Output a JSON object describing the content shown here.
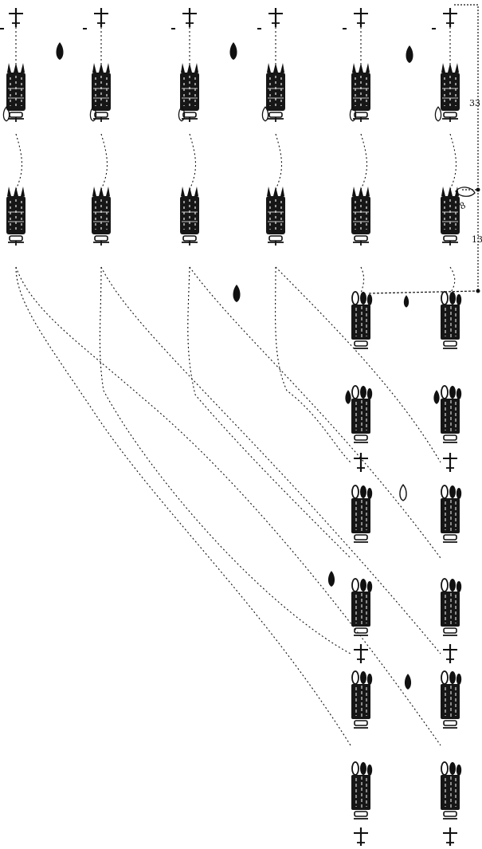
{
  "diagram": {
    "background_color": "#ffffff",
    "ink_color": "#111111",
    "dimension_labels": {
      "upper": "33",
      "lower": "13",
      "tilted": "8"
    }
  }
}
